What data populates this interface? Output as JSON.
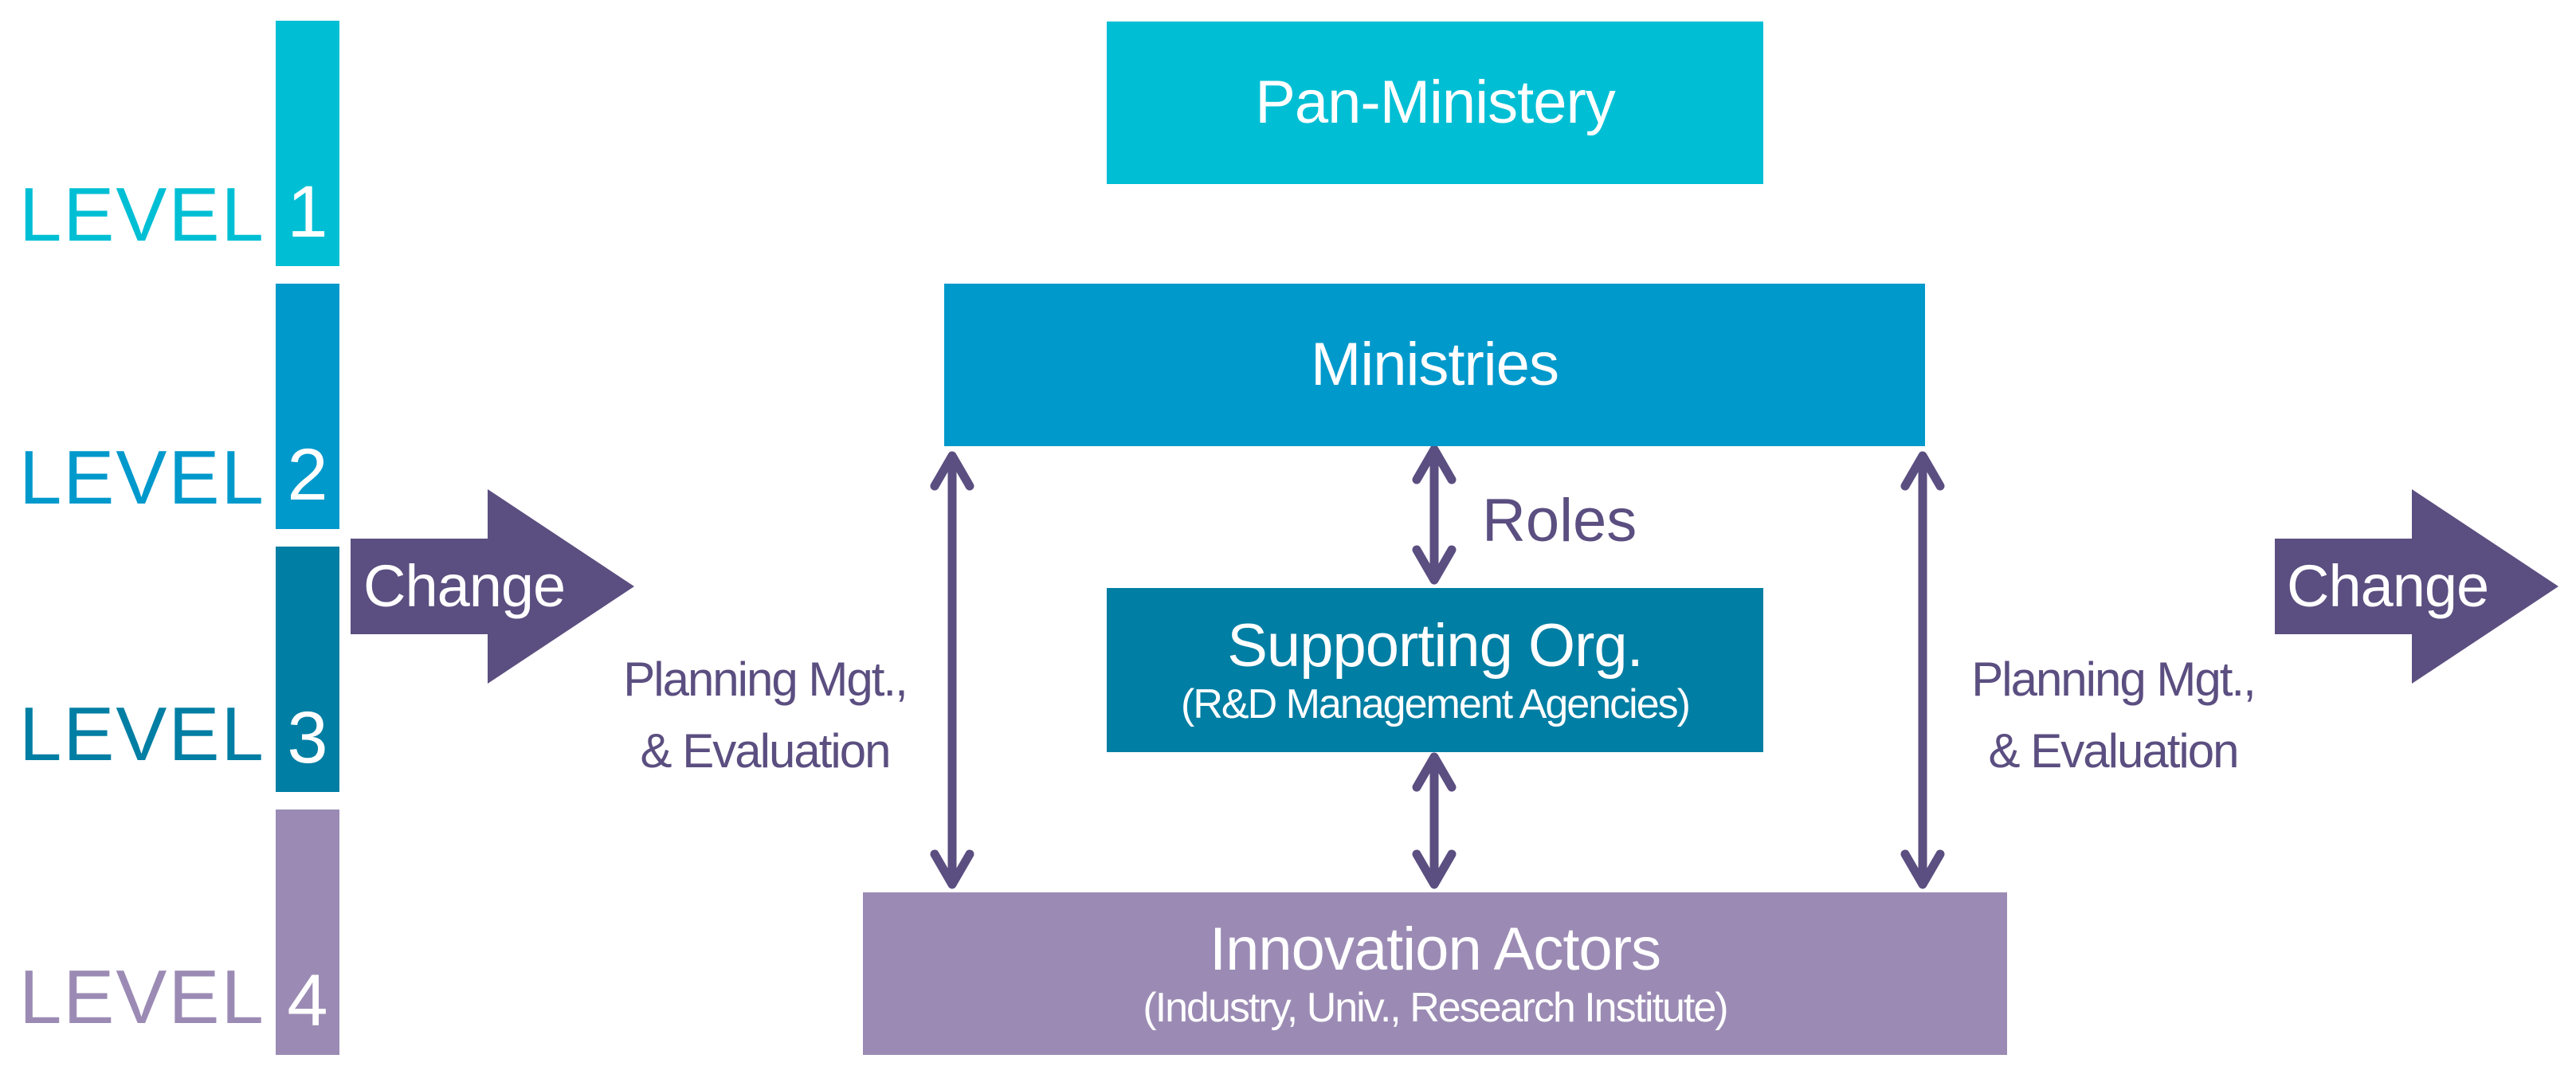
{
  "levels": [
    {
      "label": "LEVEL",
      "number": "1",
      "color": "#00bfd4"
    },
    {
      "label": "LEVEL",
      "number": "2",
      "color": "#0099cc"
    },
    {
      "label": "LEVEL",
      "number": "3",
      "color": "#007ea3"
    },
    {
      "label": "LEVEL",
      "number": "4",
      "color": "#9b8bb4"
    }
  ],
  "boxes": {
    "pan_ministery": {
      "title": "Pan-Ministery",
      "color": "#00bfd4"
    },
    "ministries": {
      "title": "Ministries",
      "color": "#0099cc"
    },
    "supporting_org": {
      "title": "Supporting Org.",
      "subtitle": "(R&D Management Agencies)",
      "color": "#007ea3"
    },
    "innovation_actors": {
      "title": "Innovation Actors",
      "subtitle": "(Industry, Univ., Research Institute)",
      "color": "#9b8bb4"
    }
  },
  "labels": {
    "roles": "Roles",
    "planning_left_line1": "Planning Mgt.,",
    "planning_left_line2": "& Evaluation",
    "planning_right_line1": "Planning Mgt.,",
    "planning_right_line2": "& Evaluation"
  },
  "change_arrows": {
    "left_label": "Change",
    "right_label": "Change",
    "color": "#5b4e80"
  },
  "connector_color": "#5b4e80"
}
